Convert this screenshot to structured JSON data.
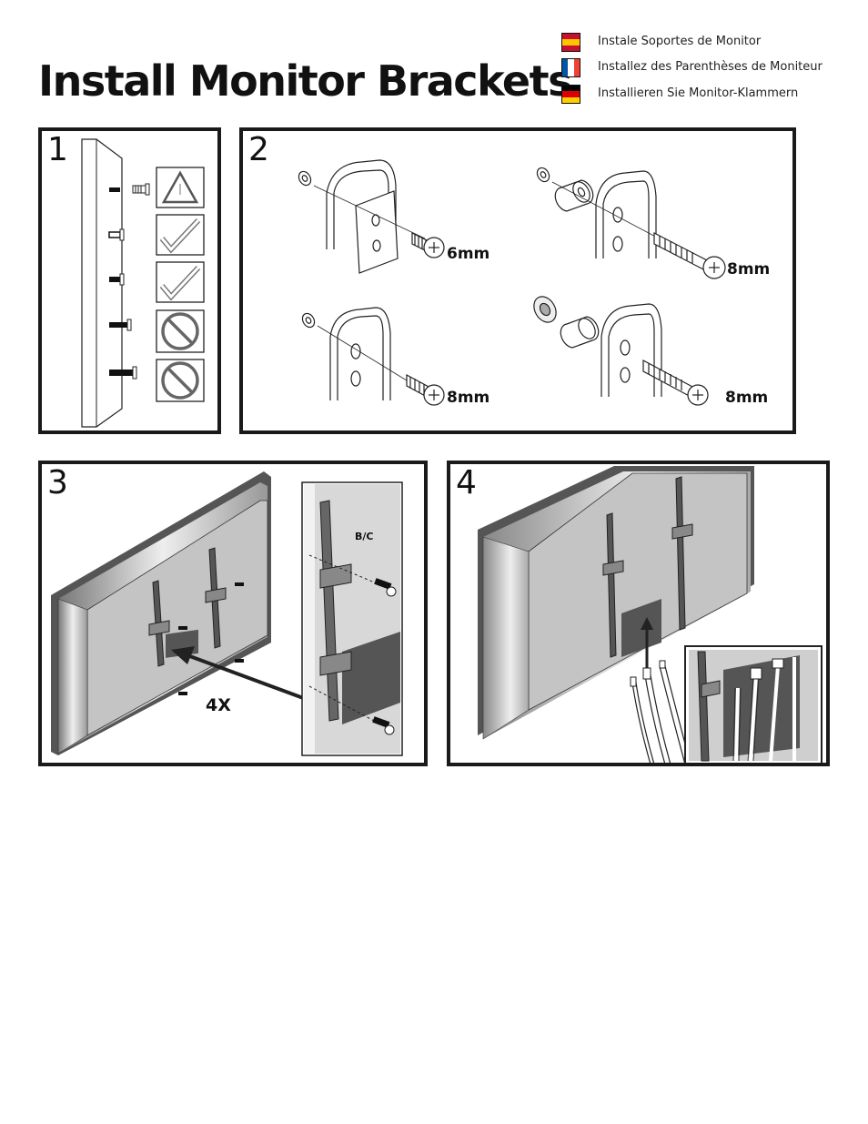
{
  "title": "Install Monitor Brackets",
  "languages": [
    {
      "flag": "spain-flag",
      "text": "Instale Soportes de Monitor"
    },
    {
      "flag": "france-flag",
      "text": "Installez des Parenthèses de Moniteur"
    },
    {
      "flag": "germany-flag",
      "text": "Installieren Sie Monitor-Klammern"
    }
  ],
  "steps": [
    {
      "number": "1",
      "icons": [
        "warning-icon",
        "checkmark-icon",
        "checkmark-icon",
        "prohibited-icon",
        "prohibited-icon"
      ]
    },
    {
      "number": "2",
      "labels": [
        "6mm",
        "8mm",
        "8mm",
        "8mm"
      ]
    },
    {
      "number": "3",
      "quantity": "4X",
      "callout": "B/C"
    },
    {
      "number": "4"
    }
  ],
  "colors": {
    "border": "#1a1a1a",
    "screen_gray": "#c4c4c4",
    "frame_dark": "#555555",
    "spain_red": "#c8102e",
    "spain_yellow": "#ffc400",
    "france_blue": "#0055a4",
    "france_red": "#ef4135",
    "germany_black": "#000000",
    "germany_red": "#dd0000",
    "germany_gold": "#ffce00"
  }
}
